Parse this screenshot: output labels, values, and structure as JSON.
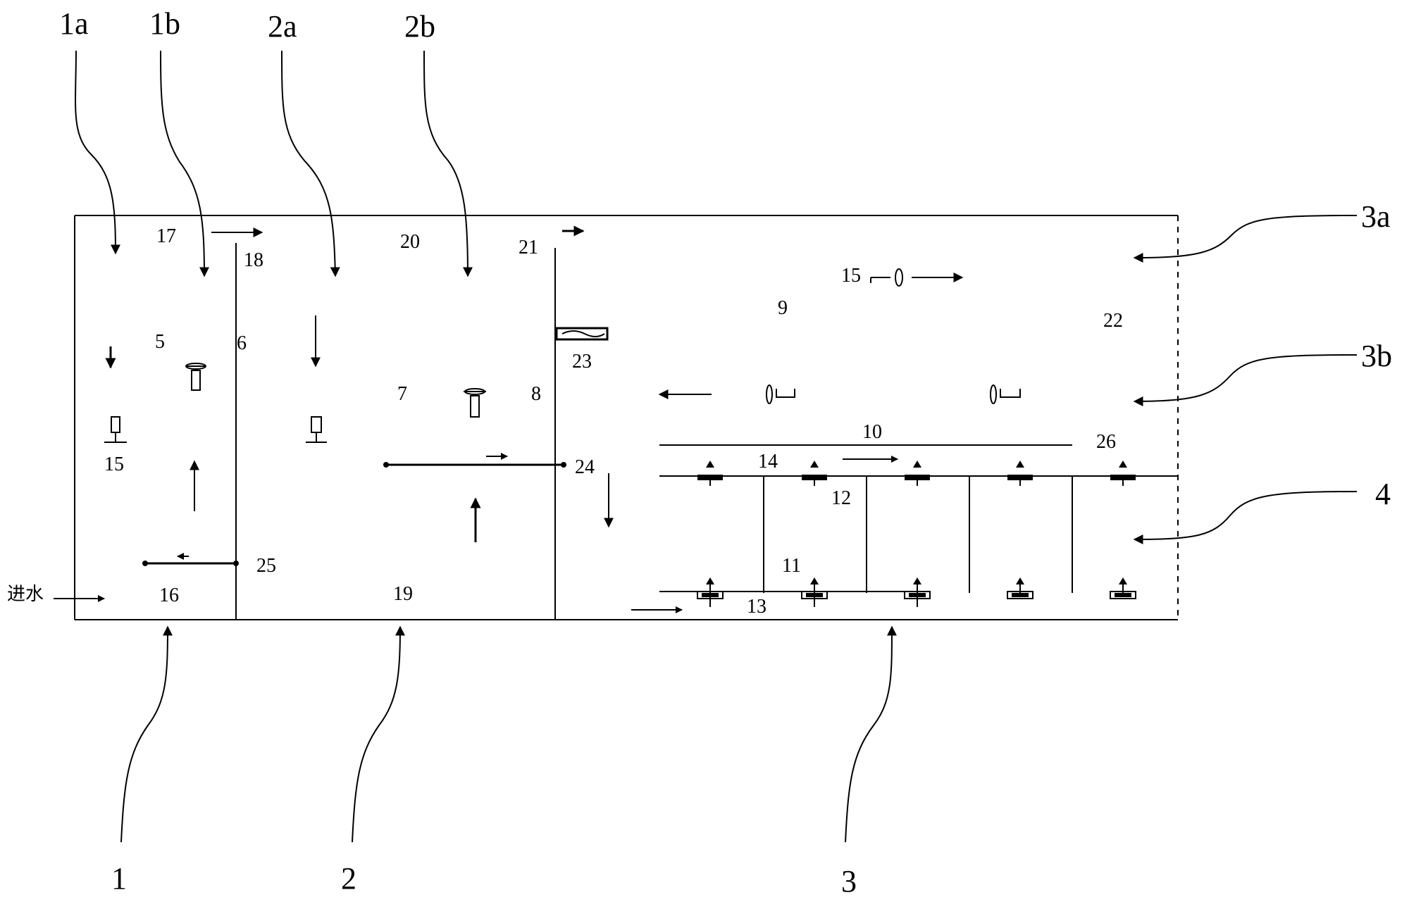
{
  "callouts": {
    "1a": "1a",
    "1b": "1b",
    "2a": "2a",
    "2b": "2b",
    "3a": "3a",
    "3b": "3b",
    "4": "4",
    "1": "1",
    "2": "2",
    "3": "3"
  },
  "labels": {
    "n5": "5",
    "n6": "6",
    "n7": "7",
    "n8": "8",
    "n9": "9",
    "n10": "10",
    "n11": "11",
    "n12": "12",
    "n13": "13",
    "n14": "14",
    "n15_left": "15",
    "n15_right": "15",
    "n16": "16",
    "n17": "17",
    "n18": "18",
    "n19": "19",
    "n20": "20",
    "n21": "21",
    "n22": "22",
    "n23": "23",
    "n24": "24",
    "n25": "25",
    "n26": "26"
  },
  "inlet_label": "进水"
}
